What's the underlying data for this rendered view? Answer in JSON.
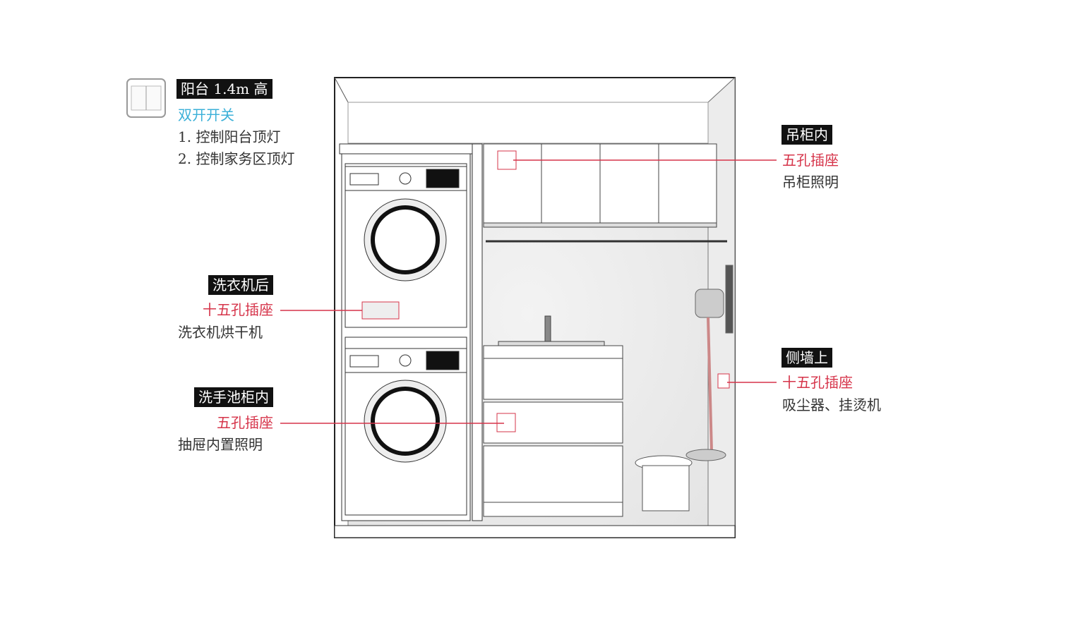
{
  "switch": {
    "tag": "阳台 1.4m 高",
    "type": "双开开关",
    "lines": [
      "1. 控制阳台顶灯",
      "2. 控制家务区顶灯"
    ]
  },
  "wall_cabinet": {
    "tag": "吊柜内",
    "socket": "五孔插座",
    "use": "吊柜照明"
  },
  "washer": {
    "tag": "洗衣机后",
    "socket": "十五孔插座",
    "use": "洗衣机烘干机"
  },
  "sink_cabinet": {
    "tag": "洗手池柜内",
    "socket": "五孔插座",
    "use": "抽屉内置照明"
  },
  "side_wall": {
    "tag": "侧墙上",
    "socket": "十五孔插座",
    "use": "吸尘器、挂烫机"
  },
  "colors": {
    "socket_red": "#d6344a",
    "switch_cyan": "#3bb0d8",
    "tag_bg": "#111111"
  }
}
